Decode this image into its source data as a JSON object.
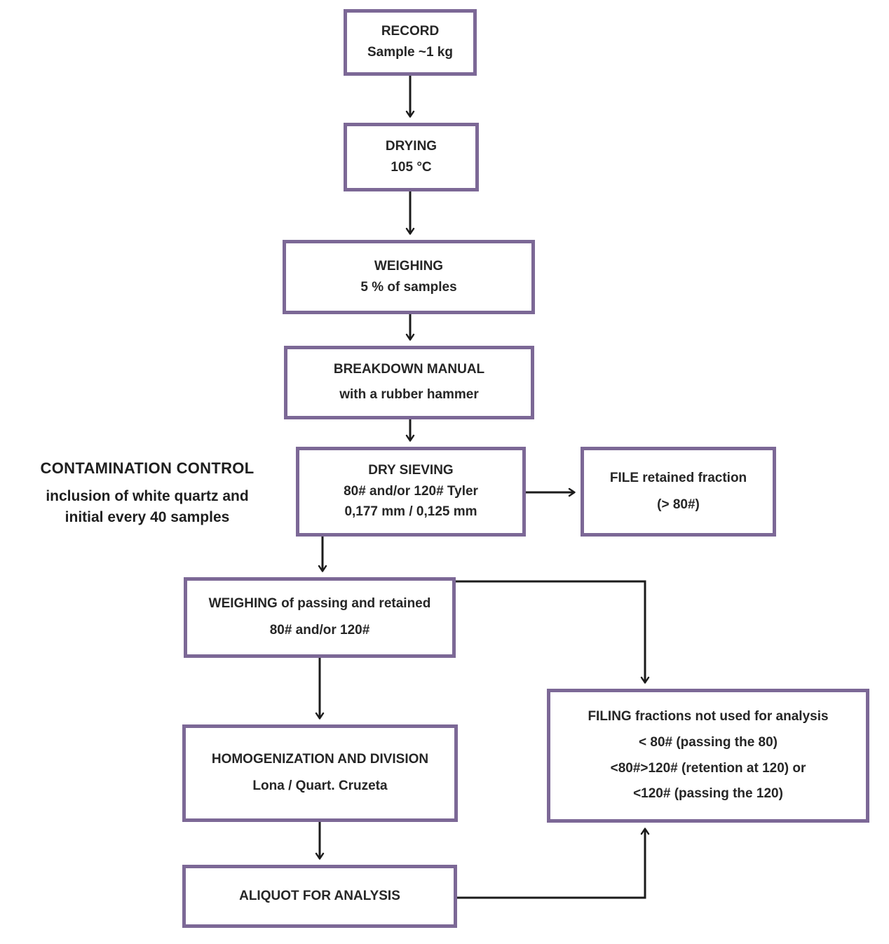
{
  "diagram": {
    "colors": {
      "box_border": "#7c6896",
      "arrow": "#1b1b1b",
      "text": "#262626",
      "background": "#ffffff"
    },
    "side_note": {
      "title": "CONTAMINATION CONTROL",
      "line1": "inclusion of white quartz and",
      "line2": "initial every 40 samples"
    },
    "nodes": {
      "record": {
        "title": "RECORD",
        "line1": "Sample ~1 kg"
      },
      "drying": {
        "title": "DRYING",
        "line1": "105 °C"
      },
      "weighing": {
        "title": "WEIGHING",
        "line1": "5 % of samples"
      },
      "breakdown": {
        "title": "BREAKDOWN MANUAL",
        "line1": "with a rubber hammer"
      },
      "dry_sieving": {
        "title": "DRY SIEVING",
        "line1": "80# and/or 120# Tyler",
        "line2": "0,177 mm / 0,125 mm"
      },
      "file_retained": {
        "title": "FILE retained fraction",
        "line1": "(> 80#)"
      },
      "weighing_fractions": {
        "title": "WEIGHING of passing and retained",
        "line1": "80# and/or 120#"
      },
      "homogenization": {
        "title": "HOMOGENIZATION AND DIVISION",
        "line1": "Lona / Quart. Cruzeta"
      },
      "aliquot": {
        "title": "ALIQUOT FOR ANALYSIS"
      },
      "filing": {
        "title": "FILING fractions not used for analysis",
        "line1": "< 80# (passing the 80)",
        "line2": "<80#>120# (retention at 120) or",
        "line3": "<120# (passing the 120)"
      }
    }
  }
}
